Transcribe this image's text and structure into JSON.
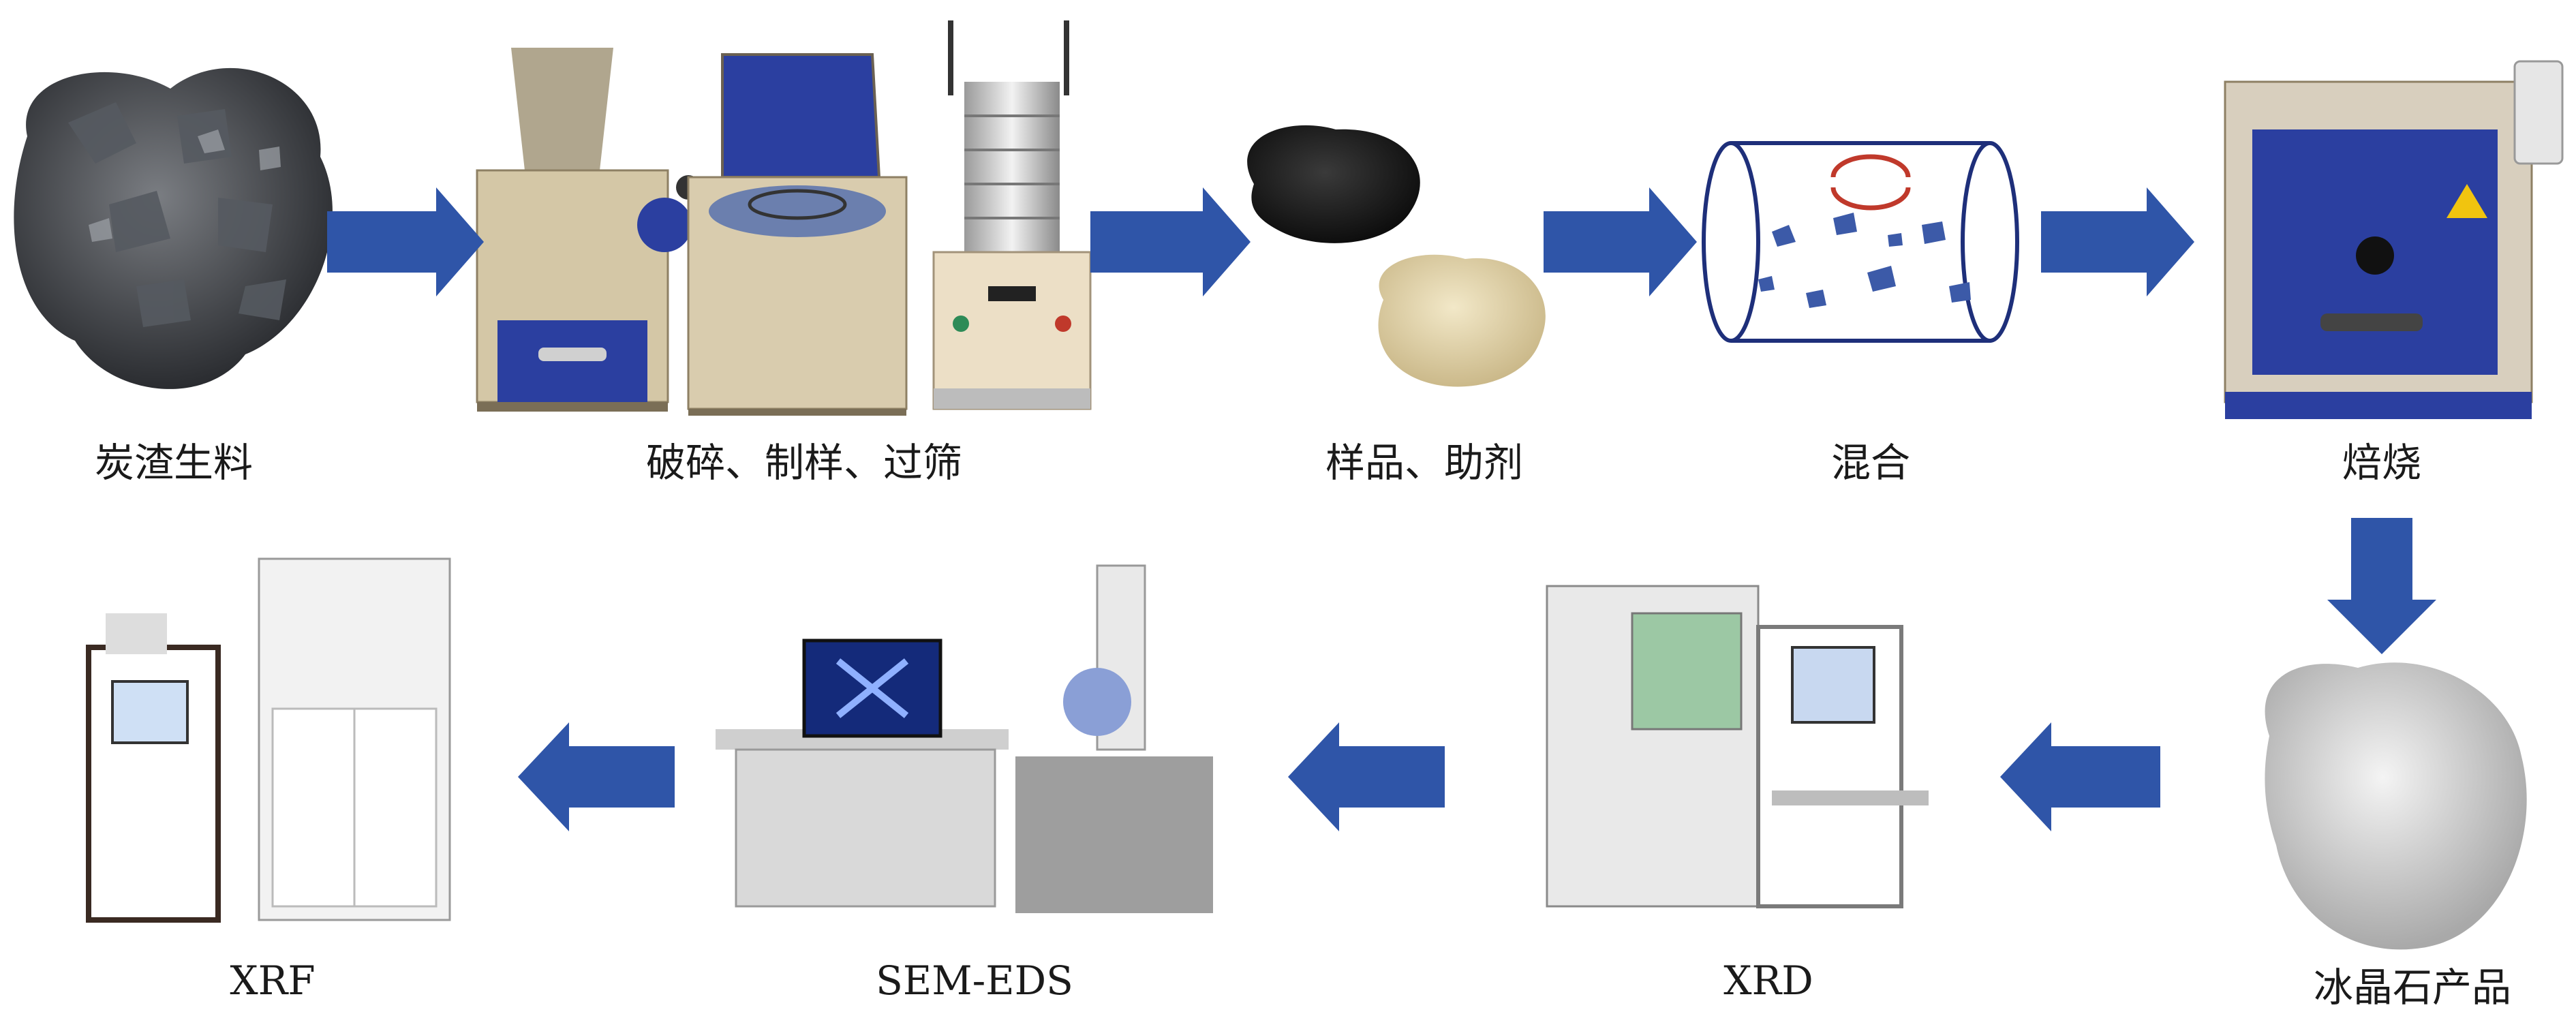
{
  "steps": {
    "raw": "炭渣生料",
    "crush": "破碎、制样、过筛",
    "sample": "样品、助剂",
    "mix": "混合",
    "roast": "焙烧",
    "product": "冰晶石产品",
    "xrd": "XRD",
    "semeds": "SEM-EDS",
    "xrf": "XRF"
  },
  "colors": {
    "arrow": "#2f55a8",
    "furnace": "#2b3fa0",
    "cabinet": "#d9ccae"
  }
}
